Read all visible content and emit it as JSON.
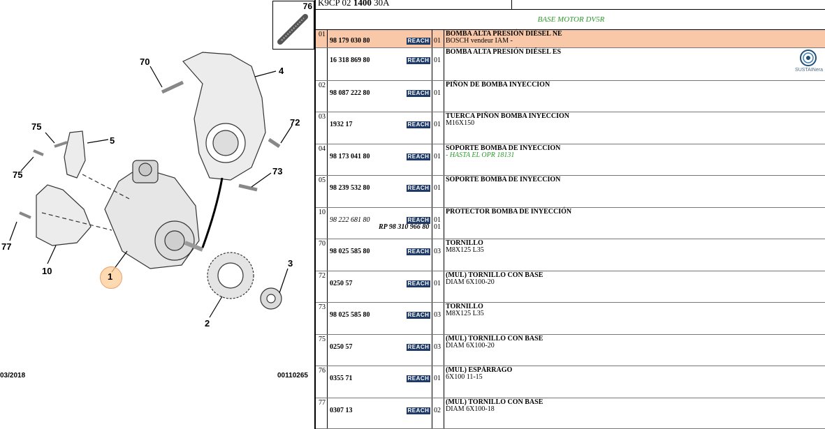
{
  "diagram": {
    "callouts": [
      {
        "id": "c76",
        "text": "76",
        "x": 0,
        "y": 0
      },
      {
        "id": "c70",
        "text": "70"
      },
      {
        "id": "c4",
        "text": "4"
      },
      {
        "id": "c75a",
        "text": "75"
      },
      {
        "id": "c5",
        "text": "5"
      },
      {
        "id": "c75b",
        "text": "75"
      },
      {
        "id": "c72",
        "text": "72"
      },
      {
        "id": "c73",
        "text": "73"
      },
      {
        "id": "c77",
        "text": "77"
      },
      {
        "id": "c10",
        "text": "10"
      },
      {
        "id": "c1",
        "text": "1"
      },
      {
        "id": "c3",
        "text": "3"
      },
      {
        "id": "c2",
        "text": "2"
      }
    ],
    "footer_date": "03/2018",
    "footer_code": "00110265"
  },
  "header": {
    "code_prefix": "K9CP 02 ",
    "code_bold": "1400",
    "code_suffix": " 30A"
  },
  "base_title": "BASE MOTOR DV5R",
  "badge": "REACH",
  "sustain_text": "SUSTAINera",
  "rows": [
    {
      "idx": "01",
      "refs": [
        {
          "ref": "98 179 030 80",
          "qty": "01"
        }
      ],
      "d1": "BOMBA ALTA PRESIÓN DIÉSEL NE",
      "d2": "BOSCH vendeur IAM -",
      "hl": true
    },
    {
      "idx": "",
      "refs": [
        {
          "ref": "16 318 869 80",
          "qty": "01"
        }
      ],
      "d1": "BOMBA ALTA PRESIÓN DIÉSEL ES",
      "d2": ""
    },
    {
      "idx": "02",
      "refs": [
        {
          "ref": "98 087 222 80",
          "qty": "01"
        }
      ],
      "d1": "PIÑON DE BOMBA INYECCION",
      "d2": ""
    },
    {
      "idx": "03",
      "refs": [
        {
          "ref": "1932 17",
          "qty": "01"
        }
      ],
      "d1": "TUERCA PIÑON BOMBA INYECCION",
      "d2": "M16X150"
    },
    {
      "idx": "04",
      "refs": [
        {
          "ref": "98 173 041 80",
          "qty": "01"
        }
      ],
      "d1": "SOPORTE BOMBA DE INYECCION",
      "d2": "- HASTA EL OPR 18131",
      "green": true
    },
    {
      "idx": "05",
      "refs": [
        {
          "ref": "98 239 532 80",
          "qty": "01"
        }
      ],
      "d1": "SOPORTE BOMBA DE INYECCION",
      "d2": ""
    },
    {
      "idx": "10",
      "refs": [
        {
          "ref": "98 222 681 80",
          "qty": "01",
          "italic": true
        },
        {
          "ref": "RP 98 310 966 80",
          "qty": "01",
          "rp": true
        }
      ],
      "d1": "PROTECTOR BOMBA DE INYECCIÓN",
      "d2": ""
    },
    {
      "idx": "70",
      "refs": [
        {
          "ref": "98 025 585 80",
          "qty": "03"
        }
      ],
      "d1": "TORNILLO",
      "d2": "M8X125 L35"
    },
    {
      "idx": "72",
      "refs": [
        {
          "ref": "0250 57",
          "qty": "01"
        }
      ],
      "d1": "(MUL) TORNILLO CON BASE",
      "d2": "DIAM 6X100-20"
    },
    {
      "idx": "73",
      "refs": [
        {
          "ref": "98 025 585 80",
          "qty": "03"
        }
      ],
      "d1": "TORNILLO",
      "d2": "M8X125 L35"
    },
    {
      "idx": "75",
      "refs": [
        {
          "ref": "0250 57",
          "qty": "03"
        }
      ],
      "d1": "(MUL) TORNILLO CON BASE",
      "d2": "DIAM 6X100-20"
    },
    {
      "idx": "76",
      "refs": [
        {
          "ref": "0355 71",
          "qty": "01"
        }
      ],
      "d1": "(MUL) ESPÁRRAGO",
      "d2": "6X100 11-15"
    },
    {
      "idx": "77",
      "refs": [
        {
          "ref": "0307 13",
          "qty": "02"
        }
      ],
      "d1": "(MUL) TORNILLO CON BASE",
      "d2": "DIAM 6X100-18"
    }
  ]
}
